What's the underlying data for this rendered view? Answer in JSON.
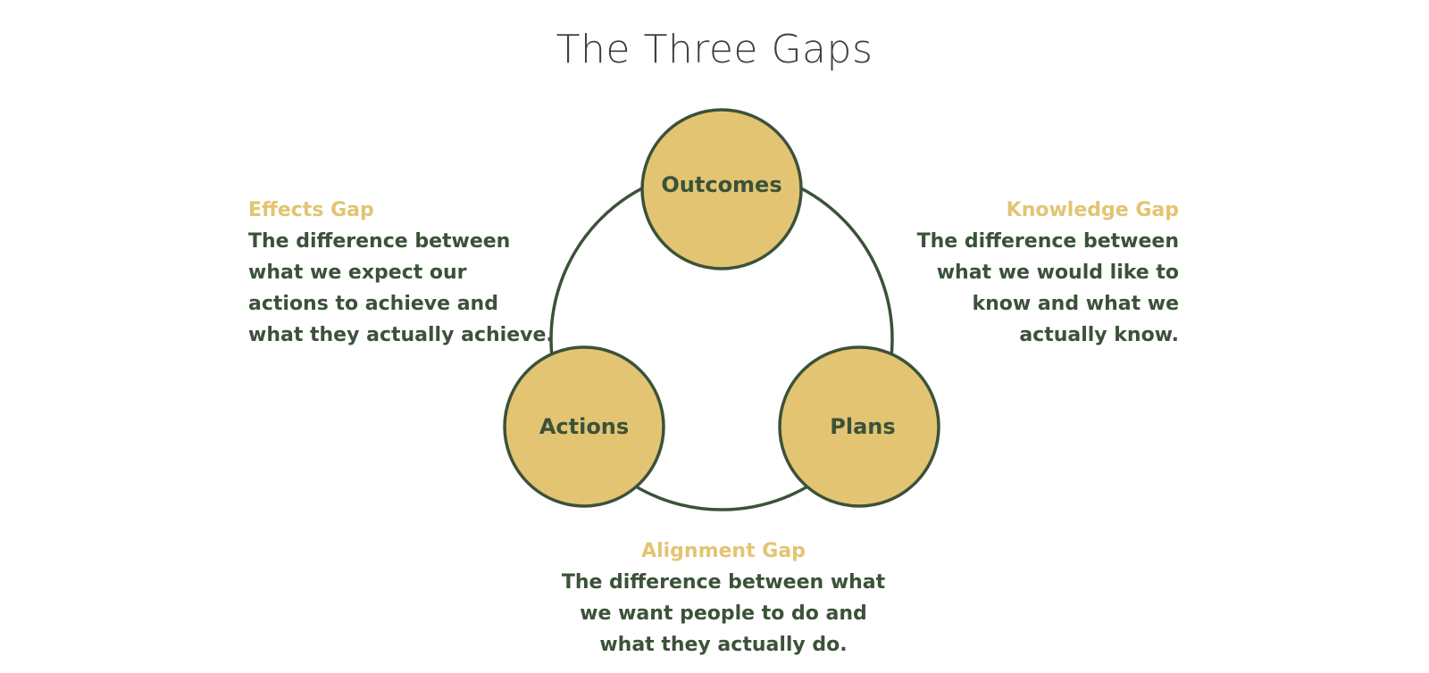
{
  "title": "The Three Gaps",
  "colors": {
    "node_fill": "#e2c472",
    "stroke": "#3b5239",
    "accent_text": "#e2c472",
    "body_text": "#3b5239",
    "title_text": "#3f3f3f"
  },
  "nodes": {
    "outcomes": "Outcomes",
    "actions": "Actions",
    "plans": "Plans"
  },
  "gaps": {
    "effects": {
      "title": "Effects Gap",
      "lines": [
        "The difference between",
        "what we expect our",
        "actions to achieve and",
        "what they actually achieve."
      ]
    },
    "knowledge": {
      "title": "Knowledge Gap",
      "lines": [
        "The difference between",
        "what we would like to",
        "know and what we",
        "actually know."
      ]
    },
    "alignment": {
      "title": "Alignment Gap",
      "lines": [
        "The difference between what",
        "we want people to do and",
        "what they actually do."
      ]
    }
  }
}
